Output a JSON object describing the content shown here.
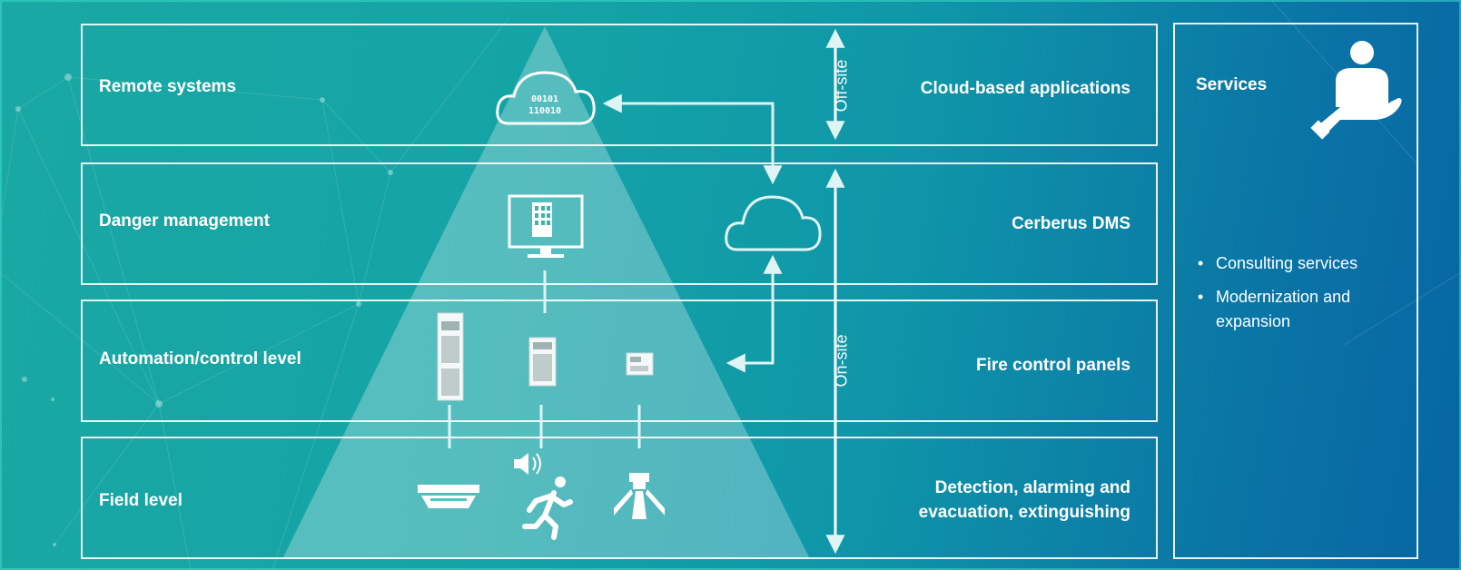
{
  "bands": [
    {
      "left_label": "Remote systems",
      "right_label": "Cloud-based applications"
    },
    {
      "left_label": "Danger management",
      "right_label": "Cerberus DMS"
    },
    {
      "left_label": "Automation/control level",
      "right_label": "Fire control panels"
    },
    {
      "left_label": "Field level",
      "right_label_line1": "Detection, alarming and",
      "right_label_line2": "evacuation, extinguishing"
    }
  ],
  "scope_labels": {
    "off_site": "Off-site",
    "on_site": "On-site"
  },
  "cloud_binary": {
    "line1": "00101",
    "line2": "110010"
  },
  "services": {
    "title": "Services",
    "items": [
      "Consulting services",
      "Modernization and expansion"
    ]
  },
  "icons": [
    "cloud-data-icon",
    "cloud-icon",
    "monitor-icon",
    "control-panel-large-icon",
    "control-panel-medium-icon",
    "control-panel-small-icon",
    "smoke-detector-icon",
    "speaker-icon",
    "running-person-icon",
    "sprinkler-icon",
    "service-person-icon"
  ],
  "colors": {
    "line": "#ffffff",
    "connector": "#dff5f3",
    "pyramid": "rgba(255,255,255,0.28)"
  }
}
